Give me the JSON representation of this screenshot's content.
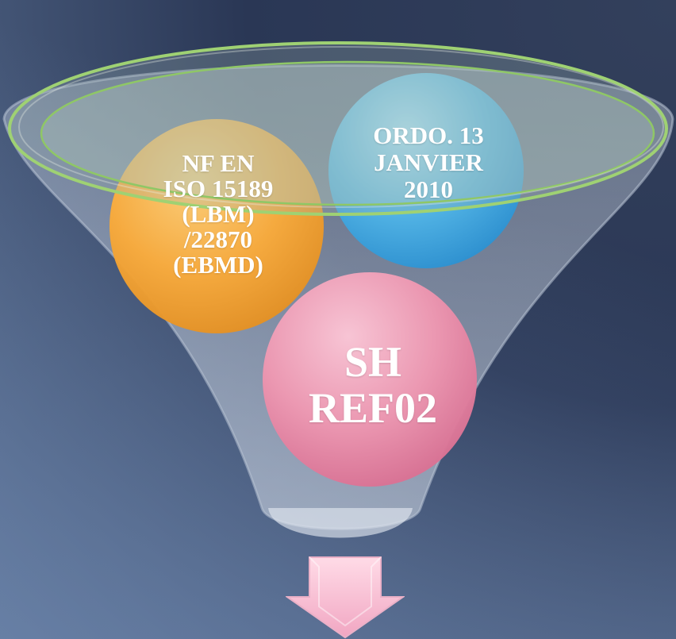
{
  "diagram": {
    "circles": [
      {
        "id": "orange",
        "label": "NF EN\nISO 15189\n(LBM)\n/22870\n(EBMD)",
        "color": "#f9a93a"
      },
      {
        "id": "blue",
        "label": "ORDO. 13\nJANVIER\n2010",
        "color": "#4fb3e6"
      },
      {
        "id": "pink",
        "label": "SH\nREF02",
        "color": "#ea8aa6"
      }
    ],
    "arrow_color": "#f6bed3",
    "funnel_rim_color": "#93c86b"
  }
}
